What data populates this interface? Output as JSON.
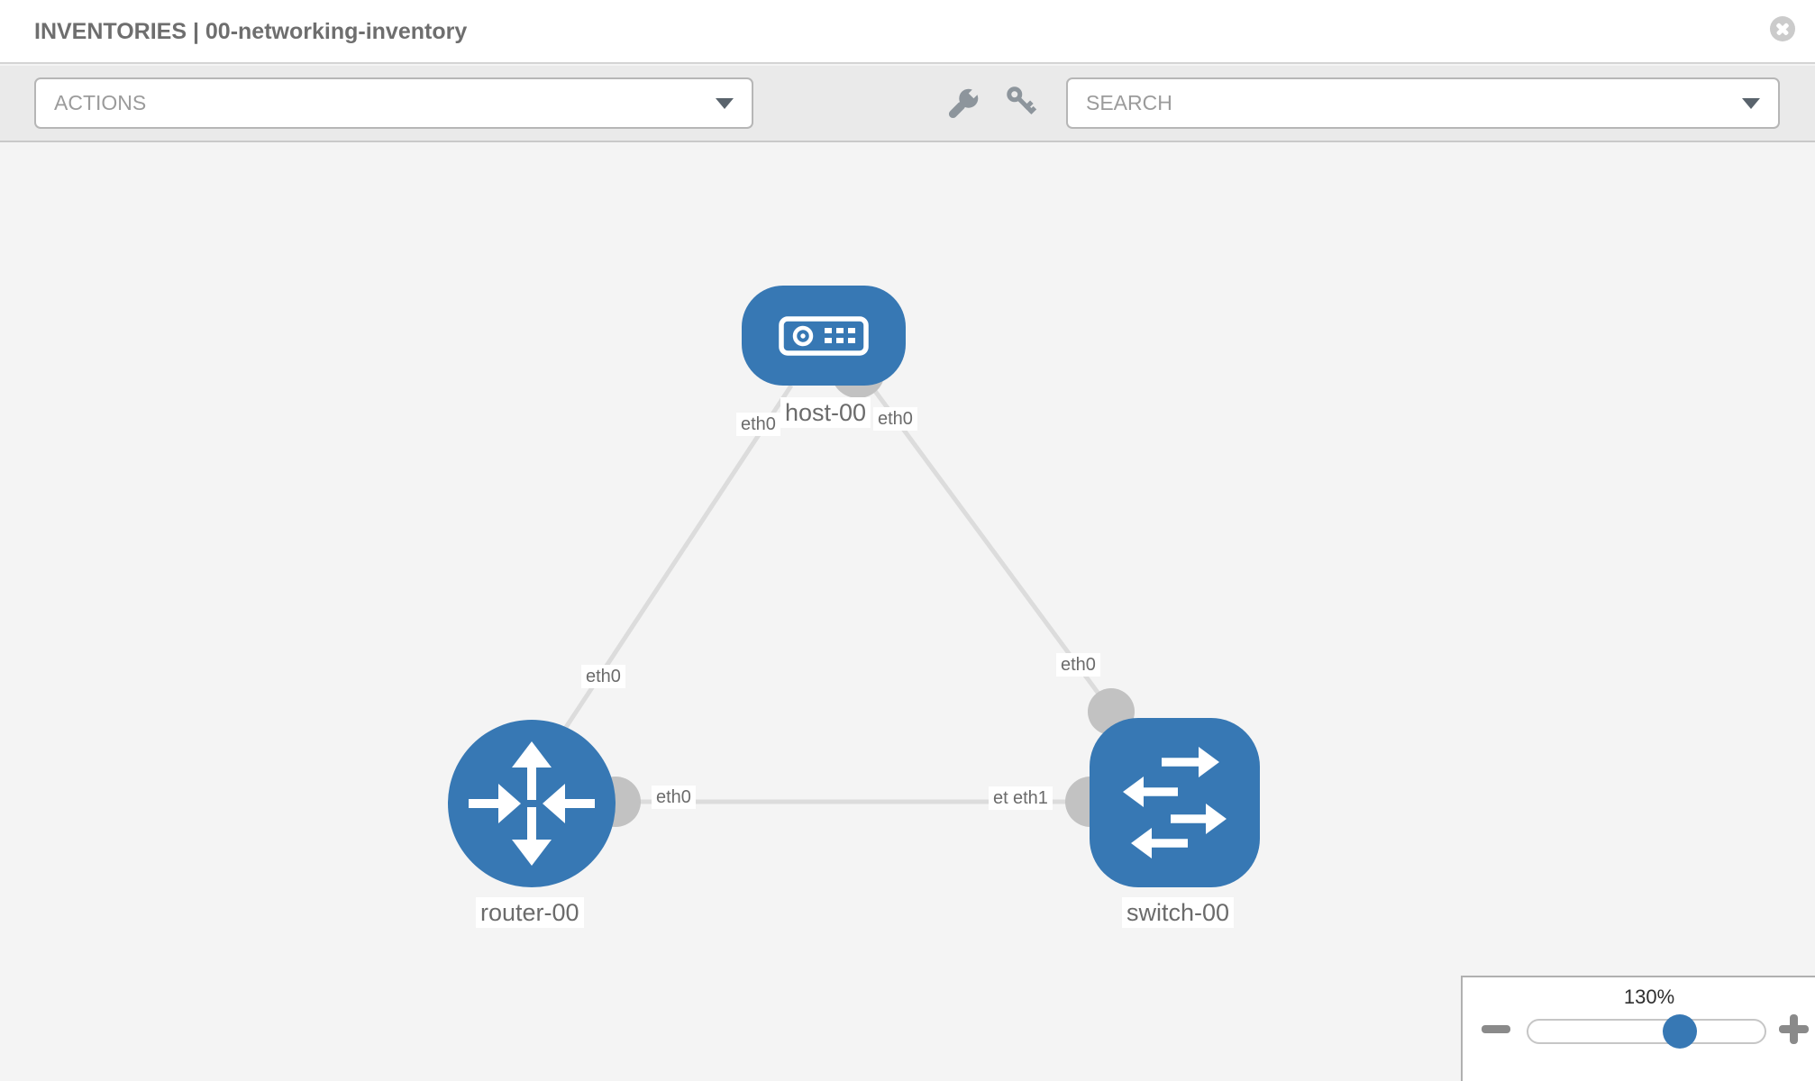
{
  "header": {
    "title": "INVENTORIES | 00-networking-inventory"
  },
  "toolbar": {
    "actions_label": "ACTIONS",
    "search_label": "SEARCH"
  },
  "graph": {
    "nodes": {
      "host": {
        "label": "host-00",
        "type": "host"
      },
      "router": {
        "label": "router-00",
        "type": "router"
      },
      "switch": {
        "label": "switch-00",
        "type": "switch"
      }
    },
    "links": [
      {
        "from": "host-00",
        "from_if": "eth0",
        "to": "router-00",
        "to_if": "eth0"
      },
      {
        "from": "host-00",
        "from_if": "eth0",
        "to": "switch-00",
        "to_if": "eth0"
      },
      {
        "from": "router-00",
        "from_if": "eth0",
        "to": "switch-00",
        "to_if": "eth1"
      }
    ],
    "chips": {
      "host_left": "eth0",
      "host_right": "eth0",
      "router_top": "eth0",
      "switch_top": "eth0",
      "mid_left": "eth0",
      "mid_right_back": "eth1",
      "mid_right_front": "eth1"
    }
  },
  "zoom_control": {
    "level": "130%",
    "zoom_out_icon": "minus",
    "zoom_in_icon": "plus"
  },
  "icons": {
    "close": "circle-x",
    "actions_dropdown": "caret-down",
    "search_dropdown": "caret-down",
    "wrench": "wrench",
    "key": "key"
  },
  "colors": {
    "node_blue": "#3778b4",
    "link_gray": "#dcdcdc",
    "connector_gray": "#c2c2c2",
    "canvas_bg": "#f4f4f4",
    "toolbar_bg": "#eaeaea",
    "label_text": "#6b6b6b"
  }
}
